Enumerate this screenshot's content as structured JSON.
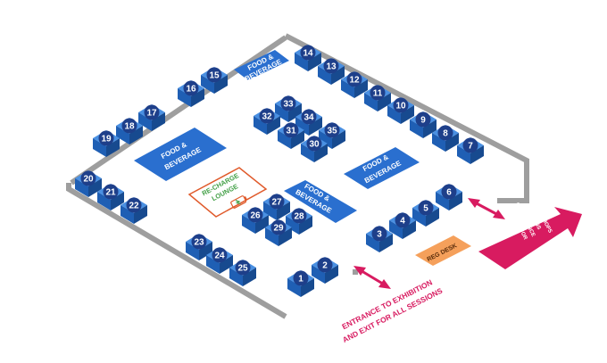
{
  "colors": {
    "booth_top": "#4a90e2",
    "booth_left": "#1f5fb4",
    "booth_right": "#174a8f",
    "zone": "#2a6fcf",
    "wall": "#9e9e9e",
    "wall_dark": "#6d6d6d",
    "pink": "#d81b60",
    "orange": "#f5a05b",
    "green": "#43a047",
    "lounge_border": "#e05a2b"
  },
  "booths": [
    "1",
    "2",
    "3",
    "4",
    "5",
    "6",
    "7",
    "8",
    "9",
    "10",
    "11",
    "12",
    "13",
    "14",
    "15",
    "16",
    "17",
    "18",
    "19",
    "20",
    "21",
    "22",
    "23",
    "24",
    "25",
    "26",
    "27",
    "28",
    "29",
    "30",
    "31",
    "32",
    "33",
    "34",
    "35"
  ],
  "zones": {
    "fb_top": [
      "FOOD &",
      "BEVERAGE"
    ],
    "fb_left": [
      "FOOD &",
      "BEVERAGE"
    ],
    "fb_right": [
      "FOOD &",
      "BEVERAGE"
    ],
    "fb_center": [
      "FOOD &",
      "BEVERAGE"
    ]
  },
  "lounge": [
    "RE-CHARGE",
    "LOUNGE"
  ],
  "reg_desk": "REG DESK",
  "entrance": [
    "ENTRANCE TO EXHIBITION",
    "AND EXIT FOR ALL SESSIONS"
  ],
  "this_way": [
    "THIS WAY FOR",
    "CONFERENCE",
    "SESSIONS",
    "& WORKSHOPS"
  ],
  "icons": {
    "lounge": "battery-charging-icon",
    "arrows": "double-arrow-icon",
    "direction": "direction-arrow-icon"
  }
}
